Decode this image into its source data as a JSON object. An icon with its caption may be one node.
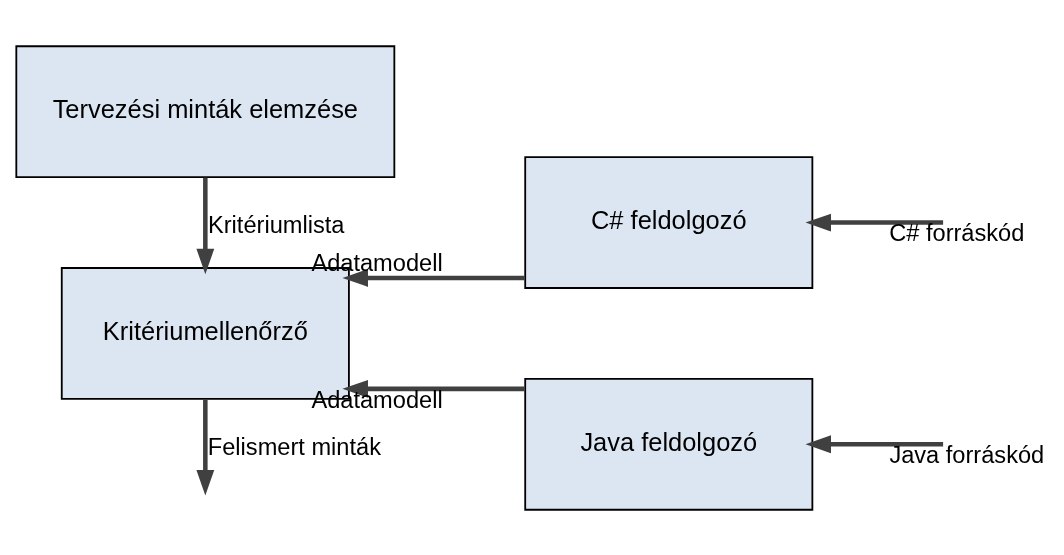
{
  "diagram": {
    "nodes": [
      {
        "text": [
          "Tervezési minták elemzése"
        ]
      },
      {
        "text": [
          "Kritériumellenőrző"
        ]
      },
      {
        "text": [
          "C# feldolgozó"
        ]
      },
      {
        "text": [
          "Java feldolgozó"
        ]
      }
    ],
    "edges": [
      {
        "from": 0,
        "to": 1,
        "arrow": "to",
        "label": "Kritériumlista"
      },
      {
        "from": 2,
        "to": 1,
        "arrow": "to",
        "label": "Adatamodell"
      },
      {
        "from": 3,
        "to": 1,
        "arrow": "to",
        "label": "Adatamodell"
      },
      {
        "from": null,
        "to": 2,
        "arrow": "to",
        "label": "C# forráskód"
      },
      {
        "from": null,
        "to": 3,
        "arrow": "to",
        "label": "Java forráskód"
      },
      {
        "from": 1,
        "to": null,
        "arrow": "to",
        "label": "Felismert minták"
      }
    ]
  }
}
